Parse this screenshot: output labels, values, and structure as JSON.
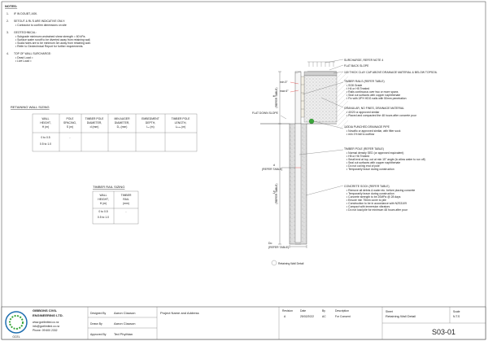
{
  "notes": {
    "title": "NOTES:",
    "items": [
      {
        "n": "1.",
        "head": "IF IN DOUBT, ASK.",
        "subs": []
      },
      {
        "n": "2.",
        "head": "SETOUT & RL'S ARE INDICATIVE ONLY:",
        "subs": [
          "Contractor to confirm dimensions on site"
        ]
      },
      {
        "n": "3.",
        "head": "GEOTECHNICAL:",
        "subs": [
          "Subgrade minimum unstrained shear strength = 60 kPa.",
          "Surface water runoff to be diverted away from retaining wall.",
          "Scala holes are to be minimum 3m away from retaining wall.",
          "Refer to Geotechnical Report for further requirements."
        ]
      },
      {
        "n": "4.",
        "head": "TOP OF WALL SURCHARGE:",
        "subs": [
          "Dead Load =",
          "Live Load ="
        ]
      }
    ]
  },
  "wall_sizing": {
    "title": "RETAINING WALL SIZING",
    "headers": [
      [
        "WALL",
        "HEIGHT,",
        "H (m)"
      ],
      [
        "POLE",
        "SPACING,",
        "S (m)"
      ],
      [
        "TIMBER POLE",
        "DIAMETER,",
        "d (mm)"
      ],
      [
        "MIN AUGER",
        "DIAMETER,",
        "D₀ (mm)"
      ],
      [
        "EMBEDMENT",
        "DEPTH,",
        "Lₑ (m)"
      ],
      [
        "TIMBER POLE",
        "LENGTH,",
        "Lₚₒₗₑ (m)"
      ]
    ],
    "rows": [
      [
        "0 to 0.5",
        "-",
        "",
        "",
        "",
        ""
      ],
      [
        "0.5 to 1.0",
        "",
        "",
        "",
        "",
        ""
      ]
    ]
  },
  "rail_sizing": {
    "title": "TIMBER RAIL SIZING",
    "headers": [
      [
        "WALL",
        "HEIGHT,",
        "H (m)"
      ],
      [
        "TIMBER",
        "RAIL",
        "(mm)"
      ]
    ],
    "rows": [
      [
        "0 to 0.5",
        "-"
      ],
      [
        "0.5 to 1.0",
        ""
      ]
    ]
  },
  "detail": {
    "callouts": {
      "surcharge": "SURCHARGE, REFER NOTE 4",
      "flat_back_slope": "FLAT BACK SLOPE",
      "clay_cap": "100 THICK CLAY CAP ABOVE DRAINAGE MATERIAL & BELOW TOPSOIL",
      "rails_title": "TIMBER RAILS (REFER TABLE)",
      "rails_items": [
        "SG8 Grade",
        "H4 or H5 Treated",
        "Rails continuous over two or more spans",
        "Seal cut surfaces with copper naphthenate",
        "Fix with 2/FH HDG nails with 50mm penetration"
      ],
      "granular_title": "GRANULAR, NO FINES, DRAINAGE MATERIAL",
      "granular_items": [
        "40/20 or approved similar",
        "Placed and compacted the 48 hours after concrete pour"
      ],
      "drain_title": "110DIA PUNCHED DRAINAGE PIPE",
      "drain_items": [
        "Novaflo or approved similar, with filter sock",
        "min 1% fall to outflow"
      ],
      "pole_title": "TIMBER POLE (REFER TABLE)",
      "pole_items": [
        "Normal density SED (or approved equivalent)",
        "H5 or H6 Treated",
        "Small end at top, cut at min 15° angle (to allow water to run off)",
        "Seal cut surfaces with copper naphthenate",
        "Do not cut big end of pole",
        "Temporarily brace during construction"
      ],
      "concrete_title": "CONCRETE SOCK (REFER TABLE)",
      "concrete_items": [
        "Remove all debris & water etc. before placing concrete",
        "Temporarily brace during construction",
        "Concrete strength to be 20MPa @ 28 days",
        "Ensure min 75mm cover to pile",
        "Construction to be in accordance with NZS3109",
        "Compact with immersion vibrators",
        "Do not load pile for minimum 48 hours after pour"
      ],
      "flat_down_slope": "FLAT DOWN SLOPE"
    },
    "dims": {
      "min3": "min 3°",
      "max6": "max 6°",
      "h_label": "H",
      "h_ref": "(REFER TABLE)",
      "d_label": "d",
      "d_ref": "(REFER TABLE)",
      "le_label": "Le",
      "le_ref": "(REFER TABLE)",
      "do_label": "Do",
      "do_ref": "(REFER TABLE)"
    },
    "tag": "Retaining Wall Detail"
  },
  "title_block": {
    "company": [
      "GIBBONS CIVIL",
      "ENGINEERING LTD."
    ],
    "contact": [
      "www.gcelimited.co.nz",
      "info@gcelimited.co.nz",
      "Phone: 09 600 2332"
    ],
    "logo_text": "GCEL",
    "designed_by_label": "Designed By",
    "designed_by": "Aaron Clauson",
    "drawn_by_label": "Drawn By",
    "drawn_by": "Aaron Clauson",
    "approved_by_label": "Approved By",
    "approved_by": "Ted Phythian",
    "project_label": "Project Name and Address",
    "revision_headers": [
      "Revision",
      "Date",
      "By",
      "Description"
    ],
    "revisions": [
      [
        "A",
        "25/02/2022",
        "AC",
        "For Consent"
      ]
    ],
    "sheet_label": "Sheet",
    "sheet_name": "Retaining Wall Detail",
    "scale_label": "Scale",
    "scale_value": "N.T.S",
    "sheet_no": "S03-01"
  },
  "colors": {
    "concrete": "#d9d9d9",
    "gravel": "#e6e6e6",
    "pole": "#f4f4f4",
    "drain": "#3aa63a",
    "dim_red": "#dd2222",
    "logo_blue": "#1f6fb0",
    "logo_green": "#3aa63a"
  }
}
